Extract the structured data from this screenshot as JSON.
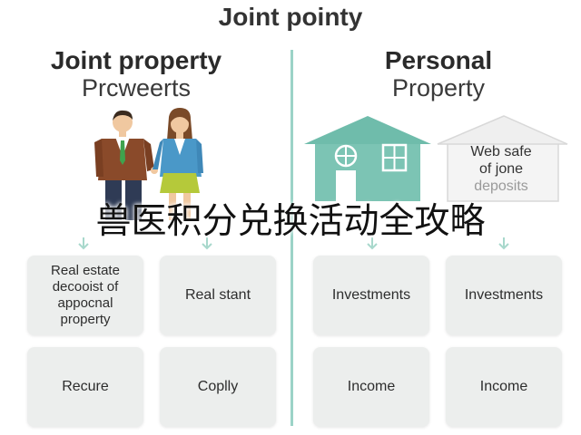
{
  "title": "Joint pointy",
  "joint": {
    "heading": "Joint property",
    "subheading": "Prcweerts",
    "boxes": [
      {
        "lines": [
          "Real estate",
          "decooist of",
          "appocnal",
          "property"
        ]
      },
      {
        "lines": [
          "Real stant"
        ]
      },
      {
        "lines": [
          "Recure"
        ]
      },
      {
        "lines": [
          "Coplly"
        ]
      }
    ]
  },
  "personal": {
    "heading": "Personal",
    "subheading": "Property",
    "card_lines": [
      "Web safe",
      "of jone",
      "deposits"
    ],
    "boxes": [
      {
        "lines": [
          "Investments"
        ]
      },
      {
        "lines": [
          "Investments"
        ]
      },
      {
        "lines": [
          "Income"
        ]
      },
      {
        "lines": [
          "Income"
        ]
      }
    ]
  },
  "overlay_text": "兽医积分兑换活动全攻略",
  "colors": {
    "accent": "#7cc4b4",
    "divider": "#9bd3c7",
    "box_bg": "#eceeed",
    "text": "#2d2d2d"
  },
  "icons": [
    "man-icon",
    "woman-icon",
    "house-icon",
    "safe-house-icon",
    "arrow-down-icon"
  ]
}
